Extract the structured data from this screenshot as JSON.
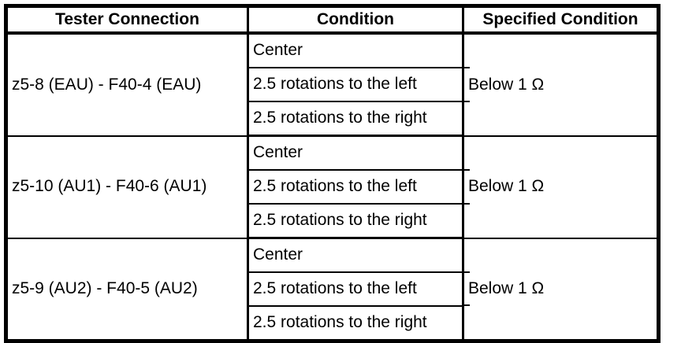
{
  "colors": {
    "background": "#ffffff",
    "line": "#000000",
    "text": "#000000"
  },
  "table": {
    "headers": [
      {
        "label": "Tester Connection"
      },
      {
        "label": "Condition"
      },
      {
        "label": "Specified Condition"
      }
    ],
    "groups": [
      {
        "connection": "z5-8 (EAU) - F40-4 (EAU)",
        "conditions": [
          "Center",
          "2.5 rotations to the left",
          "2.5 rotations to the right"
        ],
        "specified": "Below 1 Ω"
      },
      {
        "connection": "z5-10 (AU1) - F40-6 (AU1)",
        "conditions": [
          "Center",
          "2.5 rotations to the left",
          "2.5 rotations to the right"
        ],
        "specified": "Below 1 Ω"
      },
      {
        "connection": "z5-9 (AU2) - F40-5 (AU2)",
        "conditions": [
          "Center",
          "2.5 rotations to the left",
          "2.5 rotations to the right"
        ],
        "specified": "Below 1 Ω"
      }
    ]
  }
}
